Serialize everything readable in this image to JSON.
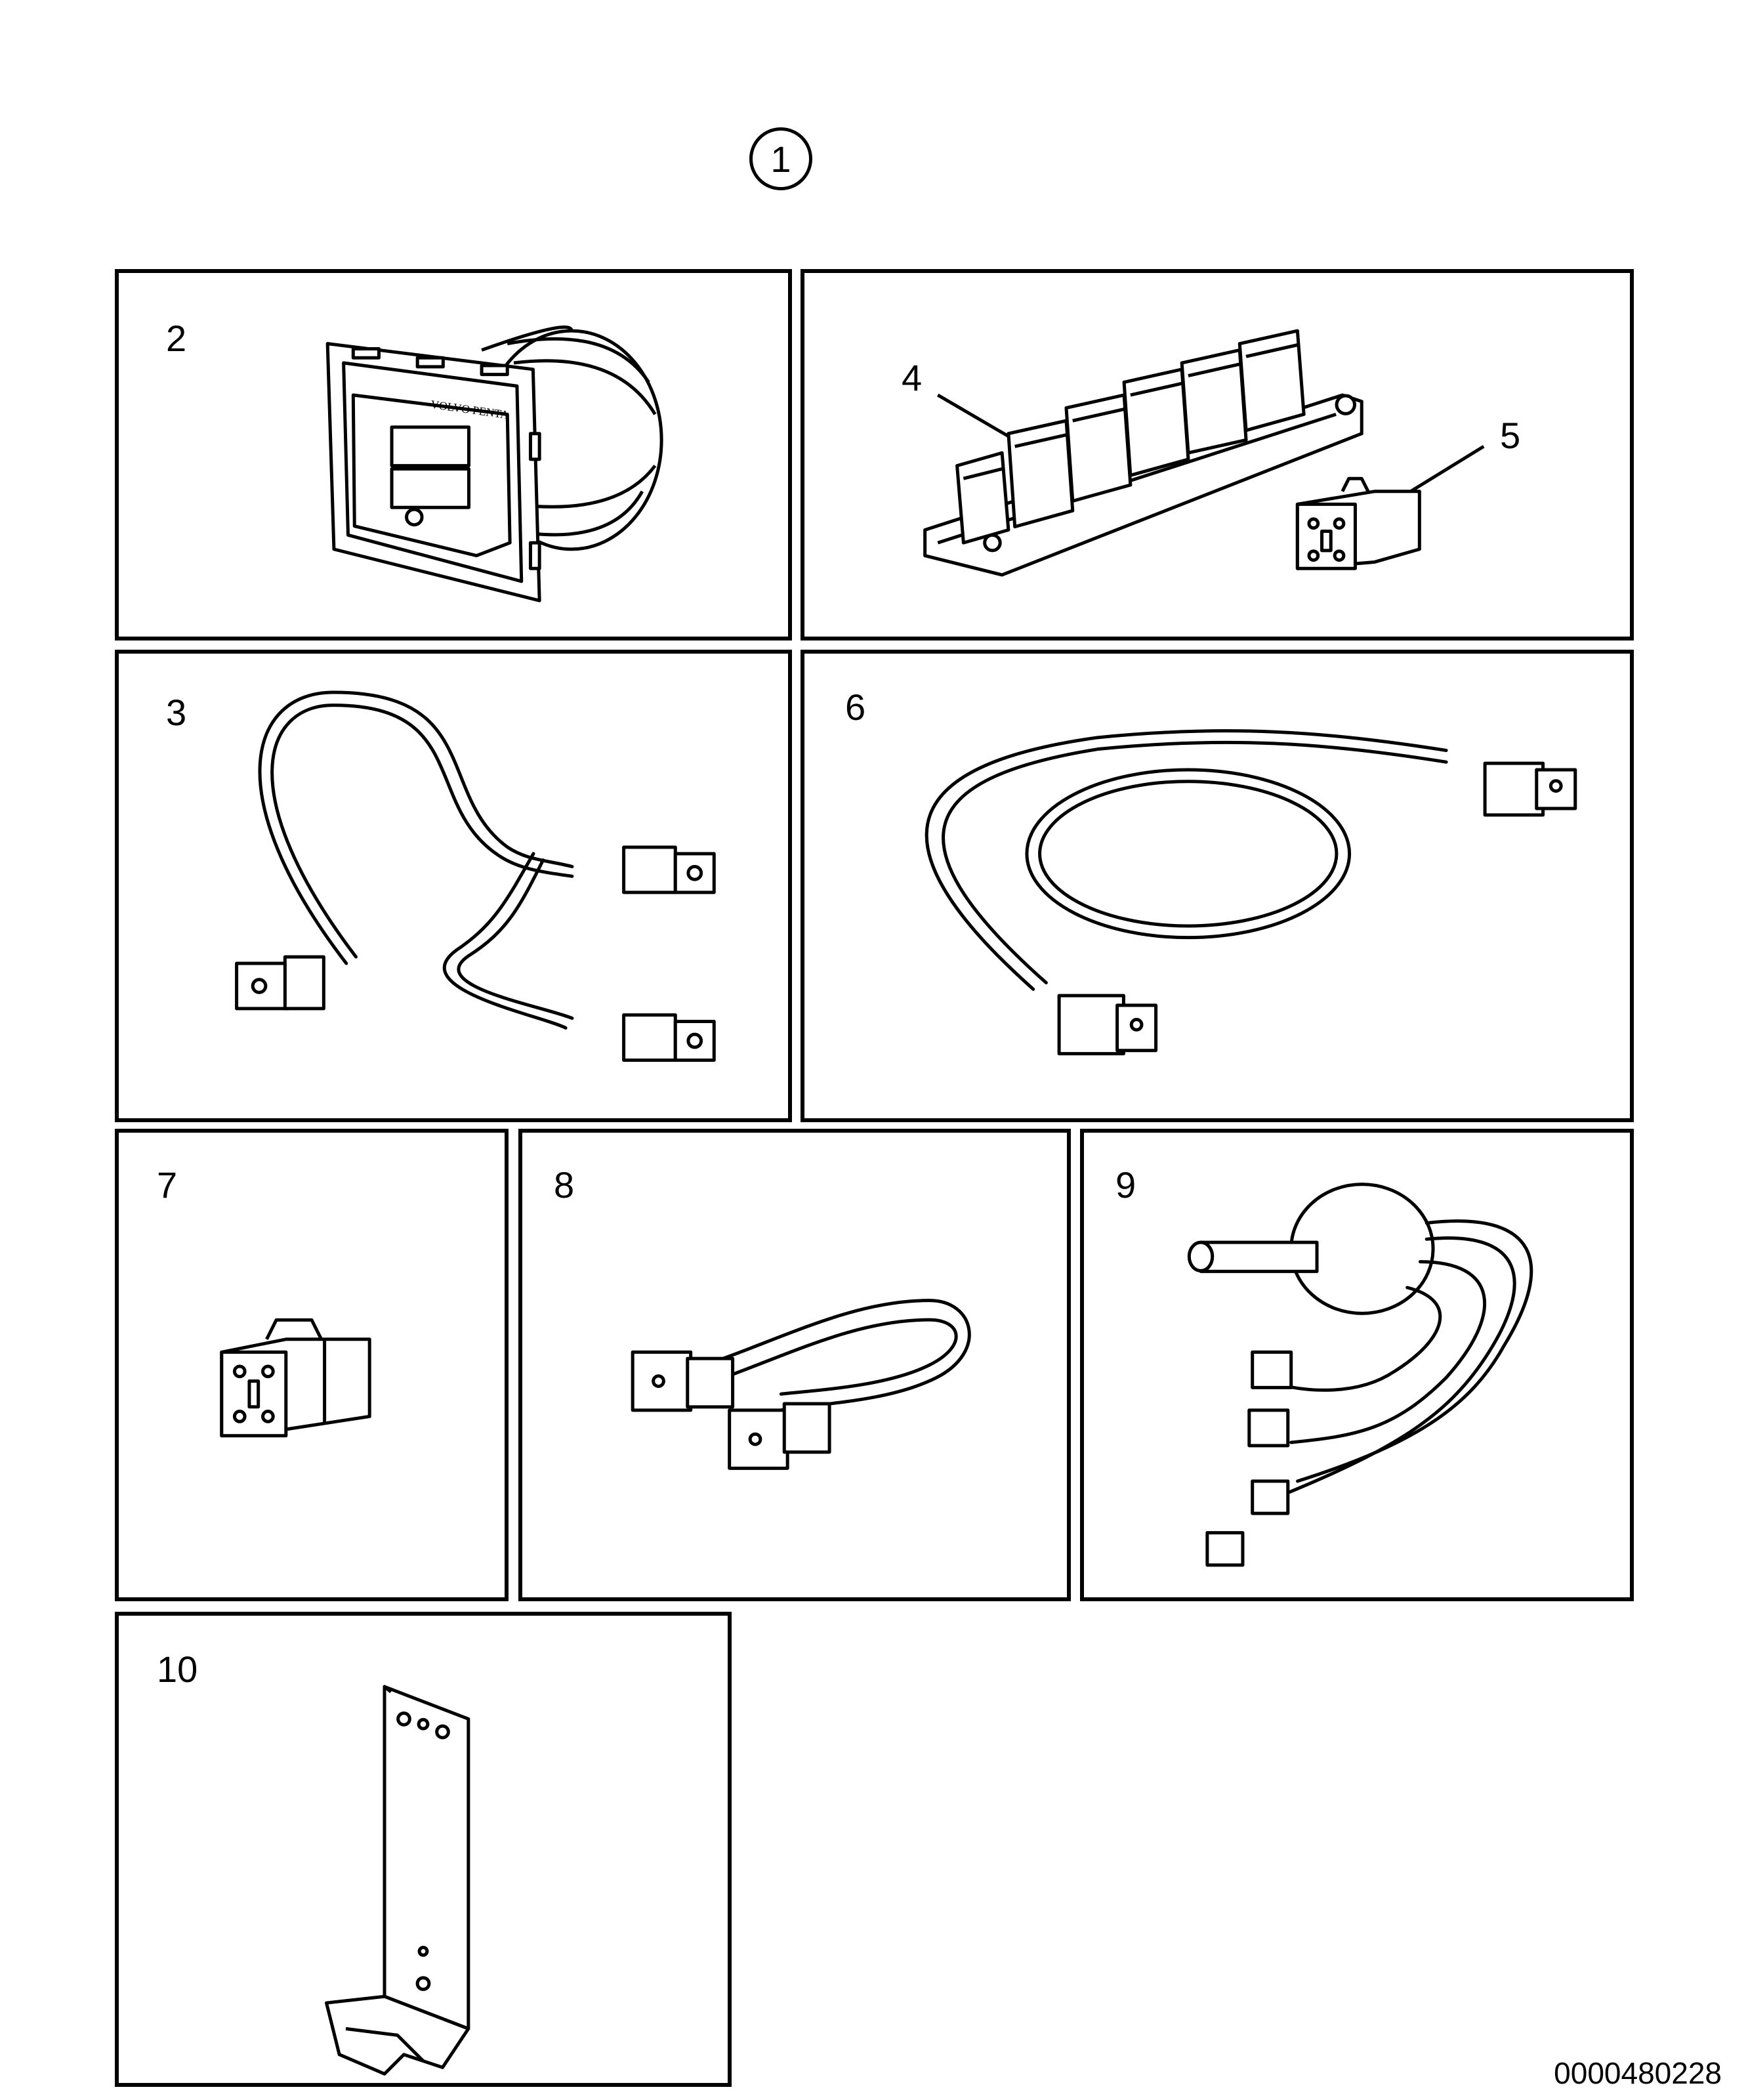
{
  "assembly_number": "1",
  "panels": [
    {
      "label": "2",
      "part": "display-gauge",
      "logo_text": "VOLVO PENTA"
    },
    {
      "label": "3",
      "part": "y-split-harness"
    },
    {
      "label": "6",
      "part": "extension-cable"
    },
    {
      "label": "7",
      "part": "connector-plug"
    },
    {
      "label": "8",
      "part": "adapter-cable"
    },
    {
      "label": "9",
      "part": "sensor-with-leads"
    },
    {
      "label": "10",
      "part": "mounting-bracket"
    }
  ],
  "junction_panel": {
    "callouts": [
      {
        "label": "4",
        "part": "junction-block"
      },
      {
        "label": "5",
        "part": "terminating-plug"
      }
    ]
  },
  "drawing_id": "0000480228"
}
